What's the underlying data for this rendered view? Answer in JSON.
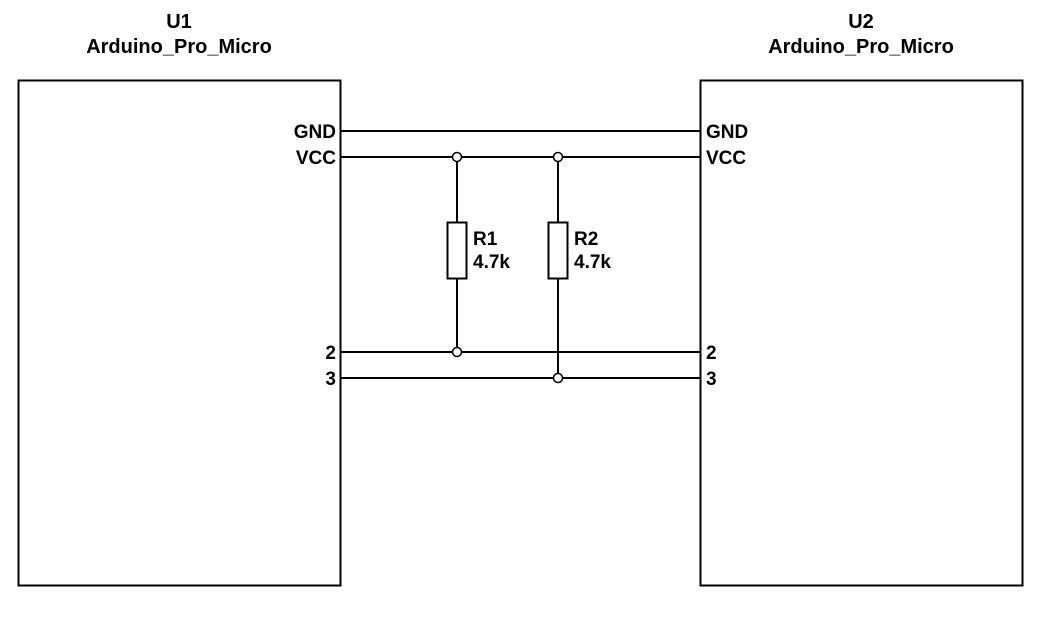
{
  "colors": {
    "line": "#000000",
    "background": "#ffffff"
  },
  "schematic": {
    "u1": {
      "ref": "U1",
      "value": "Arduino_Pro_Micro",
      "pins": {
        "gnd": "GND",
        "vcc": "VCC",
        "p2": "2",
        "p3": "3"
      }
    },
    "u2": {
      "ref": "U2",
      "value": "Arduino_Pro_Micro",
      "pins": {
        "gnd": "GND",
        "vcc": "VCC",
        "p2": "2",
        "p3": "3"
      }
    },
    "r1": {
      "ref": "R1",
      "value": "4.7k"
    },
    "r2": {
      "ref": "R2",
      "value": "4.7k"
    }
  }
}
